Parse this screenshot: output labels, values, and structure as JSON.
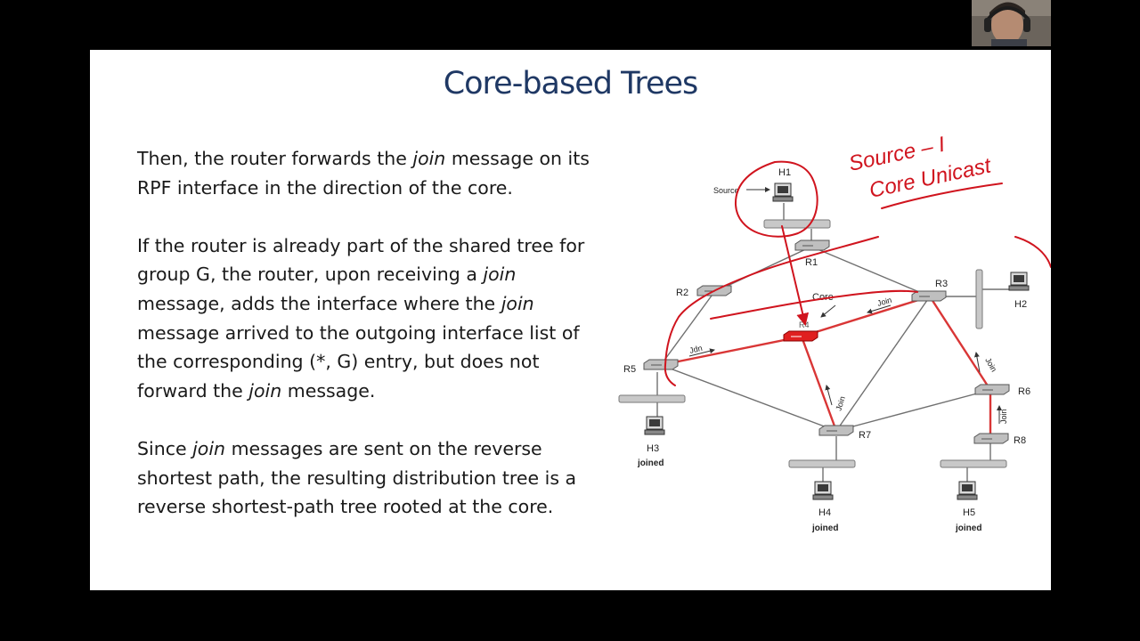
{
  "slide": {
    "title": "Core-based Trees",
    "paragraphs": [
      [
        "Then, the router forwards the ",
        {
          "i": "join"
        },
        " message on its RPF interface in the direction of the core."
      ],
      [
        "If the router is already part of the shared tree for group G, the router, upon receiving a ",
        {
          "i": "join"
        },
        " message, adds the interface where the ",
        {
          "i": "join"
        },
        " message arrived to the outgoing interface list of the corresponding (*, G) entry, but does not forward the ",
        {
          "i": "join"
        },
        " message."
      ],
      [
        "Since ",
        {
          "i": "join"
        },
        " messages are sent on the reverse shortest path, the resulting distribution tree is a reverse shortest-path tree rooted at the core."
      ]
    ]
  },
  "diagram": {
    "routers": [
      "R1",
      "R2",
      "R3",
      "R4",
      "R5",
      "R6",
      "R7",
      "R8"
    ],
    "hosts": [
      "H1",
      "H2",
      "H3",
      "H4",
      "H5"
    ],
    "host_status": {
      "H3": "joined",
      "H4": "joined",
      "H5": "joined"
    },
    "source_label": "Source",
    "core_label": "Core",
    "join_label": "Join",
    "join_label_alt": "Jdn",
    "annotation_lines": [
      "Source – I",
      "Core Unicast"
    ],
    "colors": {
      "tree": "#d93636",
      "ink": "#d0141e",
      "link": "#6a6a6a"
    }
  }
}
